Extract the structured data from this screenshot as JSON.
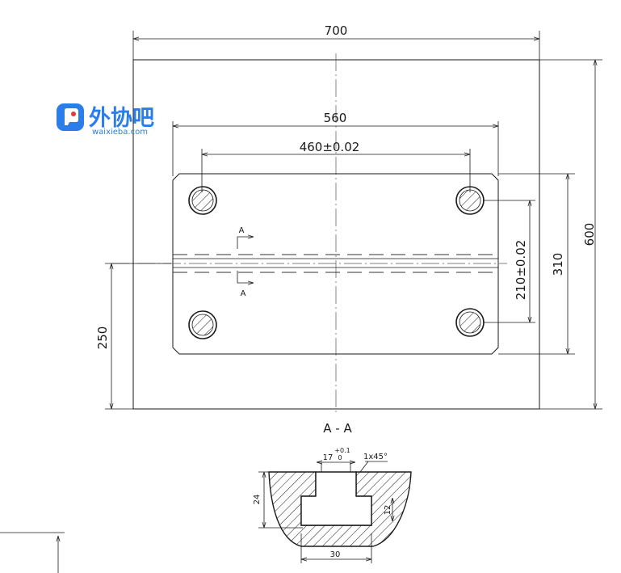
{
  "watermark": {
    "brand": "外协吧",
    "domain": "waixieba.com"
  },
  "top_view": {
    "dim_overall_width": "700",
    "dim_overall_height": "600",
    "dim_plate_width": "560",
    "dim_hole_spacing_x": "460±0.02",
    "dim_hole_spacing_y": "210±0.02",
    "dim_plate_height": "310",
    "dim_slot_position": "250",
    "section_marker": "A"
  },
  "section_view": {
    "title": "A - A",
    "dim_slot_width": "17",
    "dim_slot_tolerance": "+0.1",
    "dim_slot_tolerance_low": "0",
    "dim_chamfer": "1x45°",
    "dim_depth": "24",
    "dim_inner_depth": "12",
    "dim_bottom_width": "30"
  }
}
